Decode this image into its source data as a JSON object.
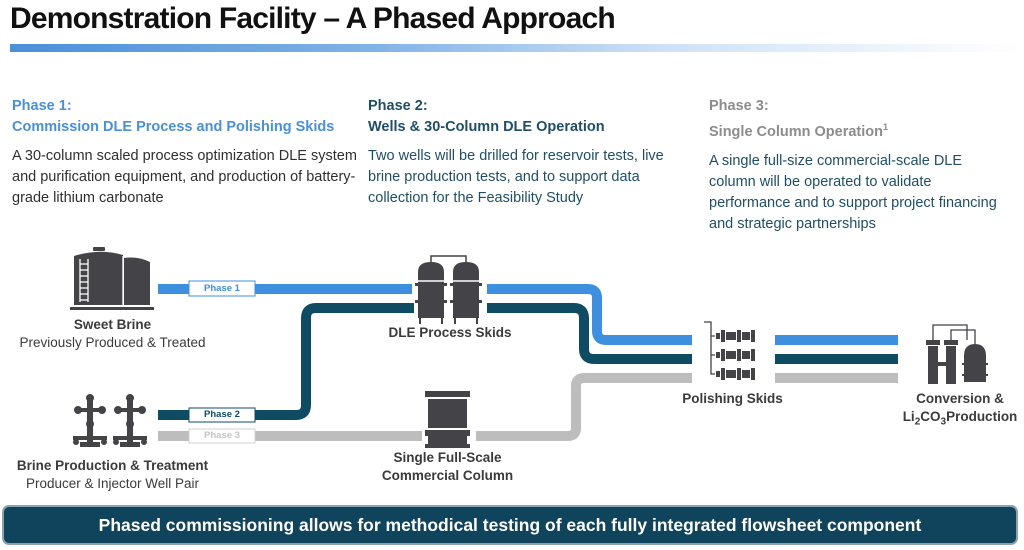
{
  "header": {
    "title": "Demonstration Facility – A Phased Approach"
  },
  "phases": [
    {
      "heading": "Phase 1:",
      "subheading": "Commission DLE Process and Polishing Skids",
      "footnote": "",
      "description": "A 30-column scaled process optimization DLE system and purification equipment, and production of battery-grade lithium carbonate",
      "color": "#4a90d9"
    },
    {
      "heading": "Phase 2:",
      "subheading": "Wells & 30-Column DLE Operation",
      "footnote": "",
      "description": "Two wells will be drilled for reservoir tests, live brine production tests, and to support data collection for the Feasibility Study",
      "color": "#1f4e66"
    },
    {
      "heading": "Phase 3:",
      "subheading": "Single Column Operation",
      "footnote": "1",
      "description": "A single full-size commercial-scale DLE column will be operated to validate performance and to support project financing and strategic partnerships",
      "color": "#8c8c8c"
    }
  ],
  "flowsheet": {
    "line_colors": {
      "phase1": "#3f8fdf",
      "phase2": "#0f4c64",
      "phase3": "#bdbdbd",
      "icon": "#444448"
    },
    "line_tags": [
      "Phase 1",
      "Phase 2",
      "Phase 3"
    ],
    "nodes": {
      "sweet_brine": {
        "title": "Sweet Brine",
        "subtitle": "Previously Produced & Treated",
        "icon": "storage-tank-icon"
      },
      "brine_production": {
        "title": "Brine Production & Treatment",
        "subtitle": "Producer & Injector Well Pair",
        "icon": "wellhead-icon"
      },
      "dle_skids": {
        "title": "DLE Process Skids",
        "icon": "dle-columns-icon"
      },
      "single_column": {
        "title_line1": "Single Full-Scale",
        "title_line2": "Commercial Column",
        "icon": "commercial-column-icon"
      },
      "polishing": {
        "title": "Polishing Skids",
        "icon": "polishing-skid-icon"
      },
      "conversion": {
        "title_line1": "Conversion &",
        "title_prefix": "Li",
        "sub1": "2",
        "title_mid": "CO",
        "sub2": "3",
        "title_suffix": "Production",
        "icon": "conversion-plant-icon"
      }
    }
  },
  "footer": {
    "message": "Phased commissioning allows for methodical testing of each fully integrated flowsheet component"
  }
}
